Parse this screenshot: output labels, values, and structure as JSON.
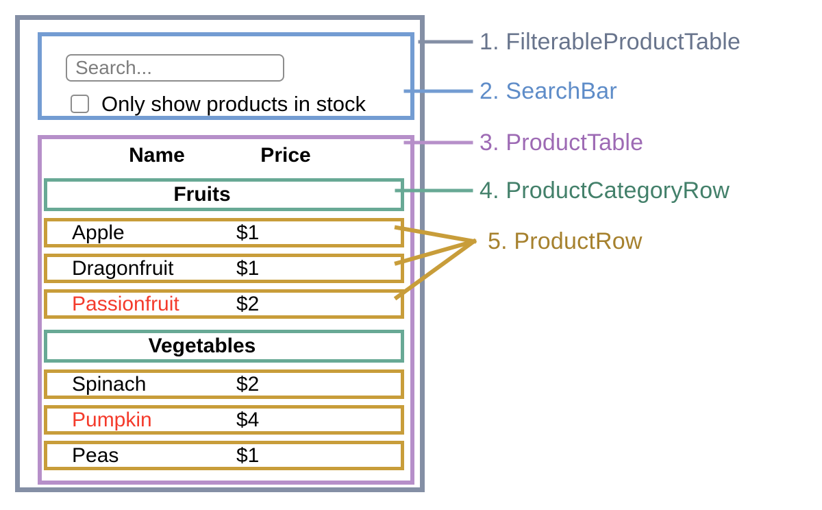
{
  "search_bar": {
    "placeholder": "Search...",
    "checkbox_label": "Only show products in stock",
    "checkbox_checked": false
  },
  "table": {
    "columns": [
      "Name",
      "Price"
    ],
    "sections": [
      {
        "category": "Fruits",
        "rows": [
          {
            "name": "Apple",
            "price": "$1",
            "red": false
          },
          {
            "name": "Dragonfruit",
            "price": "$1",
            "red": false
          },
          {
            "name": "Passionfruit",
            "price": "$2",
            "red": true
          }
        ]
      },
      {
        "category": "Vegetables",
        "rows": [
          {
            "name": "Spinach",
            "price": "$2",
            "red": false
          },
          {
            "name": "Pumpkin",
            "price": "$4",
            "red": true
          },
          {
            "name": "Peas",
            "price": "$1",
            "red": false
          }
        ]
      }
    ]
  },
  "legend": {
    "items": [
      {
        "label": "1. FilterableProductTable",
        "color": "#68748c"
      },
      {
        "label": "2. SearchBar",
        "color": "#5e8cc8"
      },
      {
        "label": "3. ProductTable",
        "color": "#9d6ab4"
      },
      {
        "label": "4. ProductCategoryRow",
        "color": "#43806a"
      },
      {
        "label": "5. ProductRow",
        "color": "#a6812e"
      }
    ]
  },
  "colors": {
    "outer_border": "#848fa5",
    "search_border": "#739cd2",
    "table_border": "#b68fc9",
    "category_border": "#68a995",
    "product_border": "#c89d3a",
    "input_border": "#8c8c8c",
    "placeholder": "#7d7d7d",
    "out_of_stock_text": "#f43b2c",
    "connector_gray": "#848fa5",
    "connector_blue": "#739cd2",
    "connector_purple": "#b68fc9",
    "connector_teal": "#68a995",
    "connector_gold": "#c89d3a"
  }
}
